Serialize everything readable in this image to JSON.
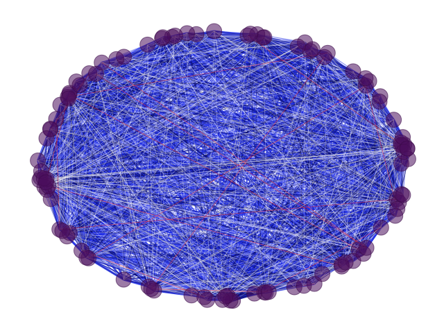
{
  "colors": {
    "background": "#ffffff",
    "node_fill": "#4b0f5c",
    "node_stroke": "#3a0a47",
    "edge_blue": "#1f2ee6",
    "edge_dark": "#0a0a50",
    "edge_light": "#ffffff",
    "edge_red": "#ff3030"
  },
  "graph": {
    "layout": "circular",
    "node_alpha": 0.55,
    "edge_alpha": 0.35
  }
}
